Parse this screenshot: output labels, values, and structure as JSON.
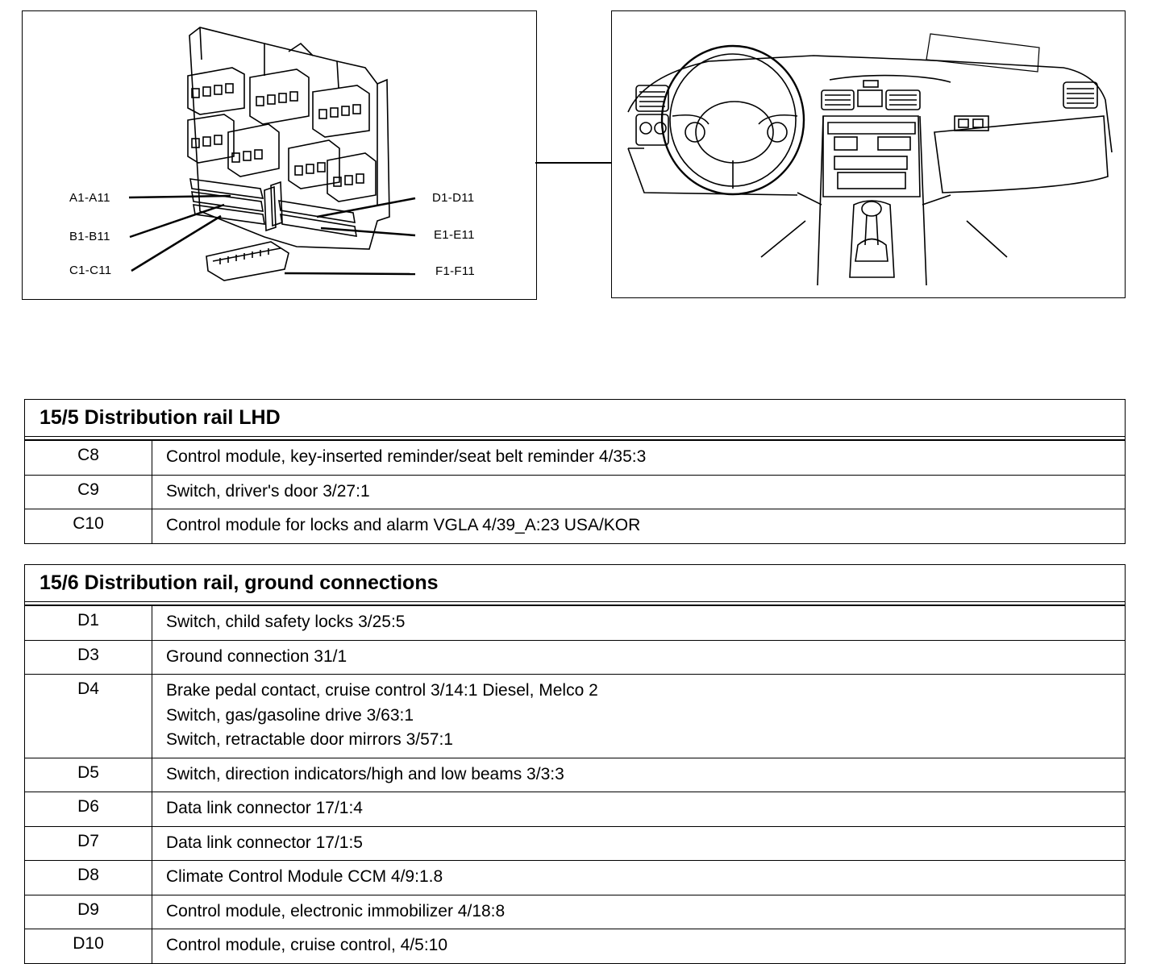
{
  "diagram": {
    "callouts_left": [
      "A1-A11",
      "B1-B11",
      "C1-C11"
    ],
    "callouts_right": [
      "D1-D11",
      "E1-E11",
      "F1-F11"
    ]
  },
  "tables": [
    {
      "title": "15/5 Distribution rail LHD",
      "rows": [
        {
          "code": "C8",
          "lines": [
            "Control module, key-inserted reminder/seat belt reminder 4/35:3"
          ]
        },
        {
          "code": "C9",
          "lines": [
            "Switch, driver's door 3/27:1"
          ]
        },
        {
          "code": "C10",
          "lines": [
            "Control module for locks and alarm VGLA 4/39_A:23 USA/KOR"
          ]
        }
      ]
    },
    {
      "title": "15/6 Distribution rail, ground connections",
      "rows": [
        {
          "code": "D1",
          "lines": [
            "Switch, child safety locks 3/25:5"
          ]
        },
        {
          "code": "D3",
          "lines": [
            "Ground connection 31/1"
          ]
        },
        {
          "code": "D4",
          "lines": [
            "Brake pedal contact, cruise control 3/14:1 Diesel, Melco 2",
            "Switch, gas/gasoline drive 3/63:1",
            "Switch, retractable door mirrors 3/57:1"
          ]
        },
        {
          "code": "D5",
          "lines": [
            "Switch, direction indicators/high and low beams 3/3:3"
          ]
        },
        {
          "code": "D6",
          "lines": [
            "Data link connector 17/1:4"
          ]
        },
        {
          "code": "D7",
          "lines": [
            "Data link connector 17/1:5"
          ]
        },
        {
          "code": "D8",
          "lines": [
            "Climate Control Module CCM 4/9:1.8"
          ]
        },
        {
          "code": "D9",
          "lines": [
            "Control module, electronic immobilizer 4/18:8"
          ]
        },
        {
          "code": "D10",
          "lines": [
            "Control module, cruise control, 4/5:10"
          ]
        }
      ]
    }
  ]
}
